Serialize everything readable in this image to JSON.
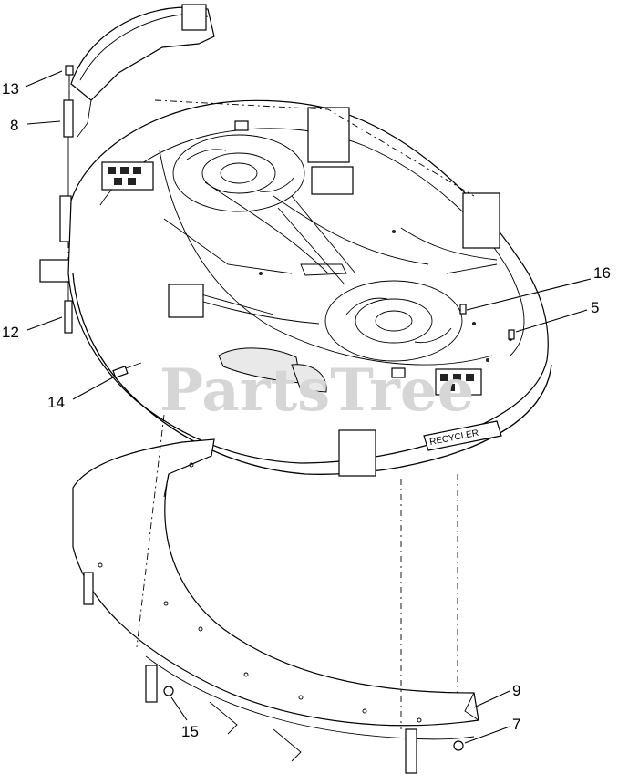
{
  "watermark": "PartsTree",
  "callouts": [
    {
      "id": "13",
      "label": "13"
    },
    {
      "id": "8",
      "label": "8"
    },
    {
      "id": "12",
      "label": "12"
    },
    {
      "id": "14",
      "label": "14"
    },
    {
      "id": "16",
      "label": "16"
    },
    {
      "id": "5",
      "label": "5"
    },
    {
      "id": "9",
      "label": "9"
    },
    {
      "id": "7",
      "label": "7"
    },
    {
      "id": "15",
      "label": "15"
    }
  ],
  "deck_decal_text": "RECYCLER"
}
